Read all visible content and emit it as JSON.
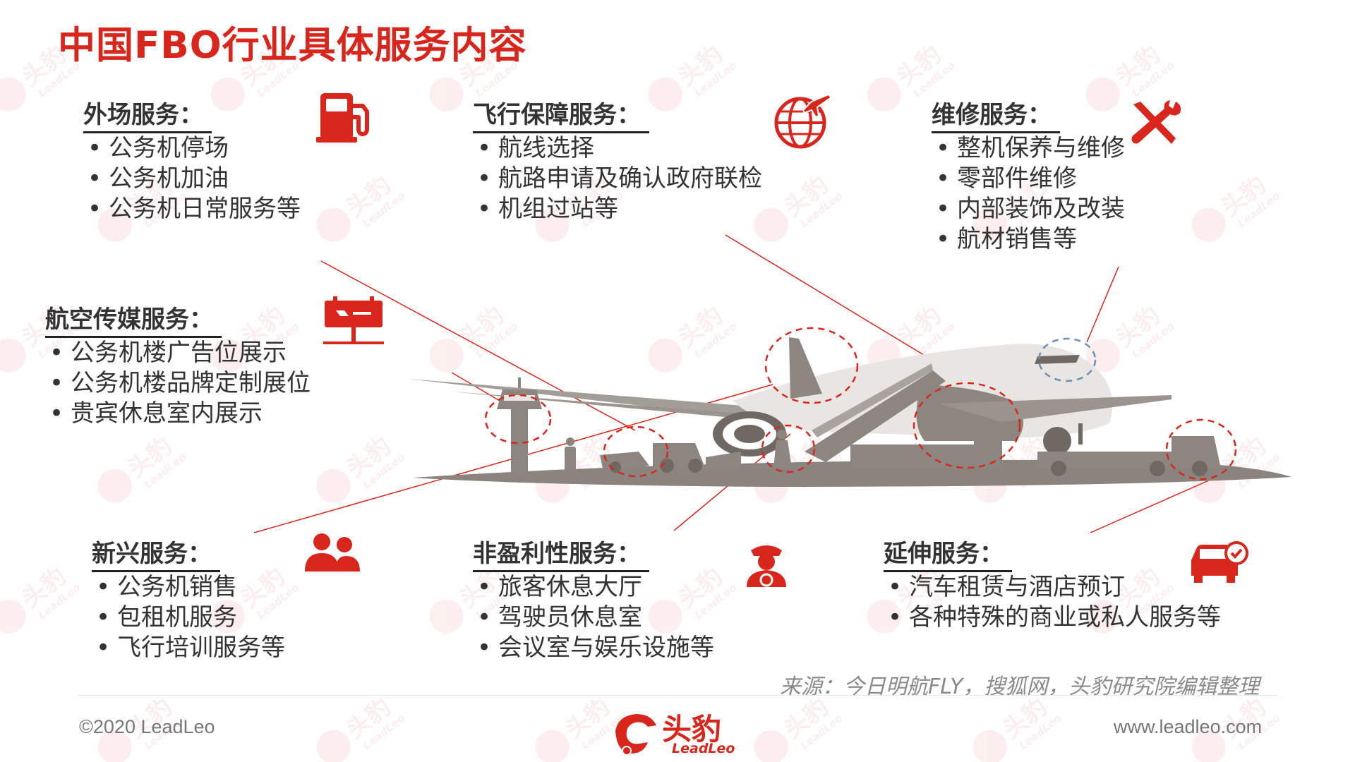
{
  "title": "中国FBO行业具体服务内容",
  "sections": {
    "apron": {
      "heading": "外场服务：",
      "items": [
        "公务机停场",
        "公务机加油",
        "公务机日常服务等"
      ]
    },
    "flight": {
      "heading": "飞行保障服务：",
      "items": [
        "航线选择",
        "航路申请及确认政府联检",
        "机组过站等"
      ]
    },
    "maintenance": {
      "heading": "维修服务：",
      "items": [
        "整机保养与维修",
        "零部件维修",
        "内部装饰及改装",
        "航材销售等"
      ]
    },
    "media": {
      "heading": "航空传媒服务：",
      "items": [
        "公务机楼广告位展示",
        "公务机楼品牌定制展位",
        "贵宾休息室内展示"
      ]
    },
    "emerging": {
      "heading": "新兴服务：",
      "items": [
        "公务机销售",
        "包租机服务",
        "飞行培训服务等"
      ]
    },
    "nonprofit": {
      "heading": "非盈利性服务：",
      "items": [
        "旅客休息大厅",
        "驾驶员休息室",
        "会议室与娱乐设施等"
      ]
    },
    "extension": {
      "heading": "延伸服务：",
      "items": [
        "汽车租赁与酒店预订",
        "各种特殊的商业或私人服务等"
      ]
    }
  },
  "icons": {
    "apron": "fuel-pump-icon",
    "flight": "globe-plane-icon",
    "maintenance": "wrench-screwdriver-icon",
    "media": "billboard-icon",
    "emerging": "people-icon",
    "nonprofit": "pilot-icon",
    "extension": "car-check-icon"
  },
  "source": "来源：今日明航FLY，搜狐网，头豹研究院编辑整理",
  "footer": {
    "copyright": "©2020 LeadLeo",
    "website": "www.leadleo.com",
    "logo_cn": "头豹",
    "logo_en": "LeadLeo"
  },
  "watermark": {
    "cn": "头豹",
    "en": "LeadLeo"
  },
  "colors": {
    "accent": "#d9261c",
    "text": "#333333",
    "scene_gray": "#8c8580",
    "dash_blue": "#6a8fb8",
    "muted": "#8a8a8a"
  }
}
